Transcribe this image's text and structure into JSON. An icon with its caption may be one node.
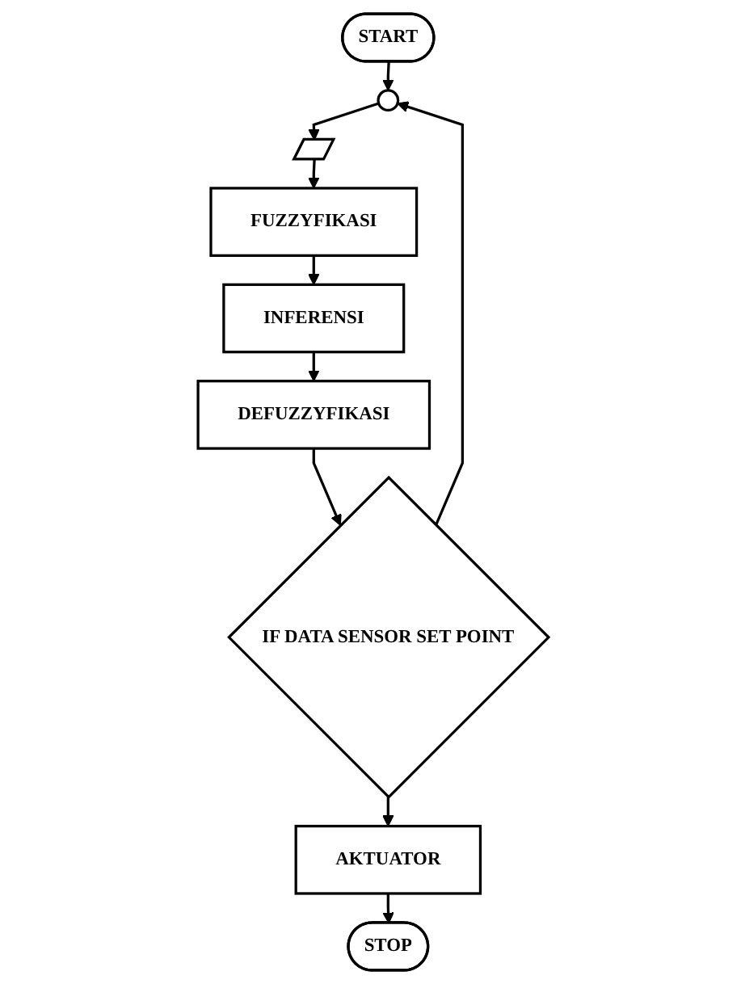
{
  "diagram": {
    "nodes": [
      {
        "text": [
          "START"
        ]
      },
      {
        "text": [],
        "shape": "circle"
      },
      {
        "text": [],
        "shape": "parallelogram"
      },
      {
        "text": [
          "FUZZYFIKASI"
        ]
      },
      {
        "text": [
          "INFERENSI"
        ]
      },
      {
        "text": [
          "DEFUZZYFIKASI"
        ]
      },
      {
        "text": [
          "IF DATA SENSOR SET POINT"
        ]
      },
      {
        "text": [
          "AKTUATOR"
        ]
      },
      {
        "text": [
          "STOP"
        ]
      }
    ],
    "edges": [
      {
        "from": 0,
        "to": 1,
        "arrow": "to"
      },
      {
        "from": 1,
        "to": 2,
        "arrow": "to"
      },
      {
        "from": 2,
        "to": 3,
        "arrow": "to"
      },
      {
        "from": 3,
        "to": 4,
        "arrow": "to"
      },
      {
        "from": 4,
        "to": 5,
        "arrow": "to"
      },
      {
        "from": 5,
        "to": 6,
        "arrow": "to"
      },
      {
        "from": 6,
        "to": 1,
        "arrow": "to"
      },
      {
        "from": 6,
        "to": 7,
        "arrow": "to"
      },
      {
        "from": 7,
        "to": 8,
        "arrow": "to"
      }
    ]
  }
}
